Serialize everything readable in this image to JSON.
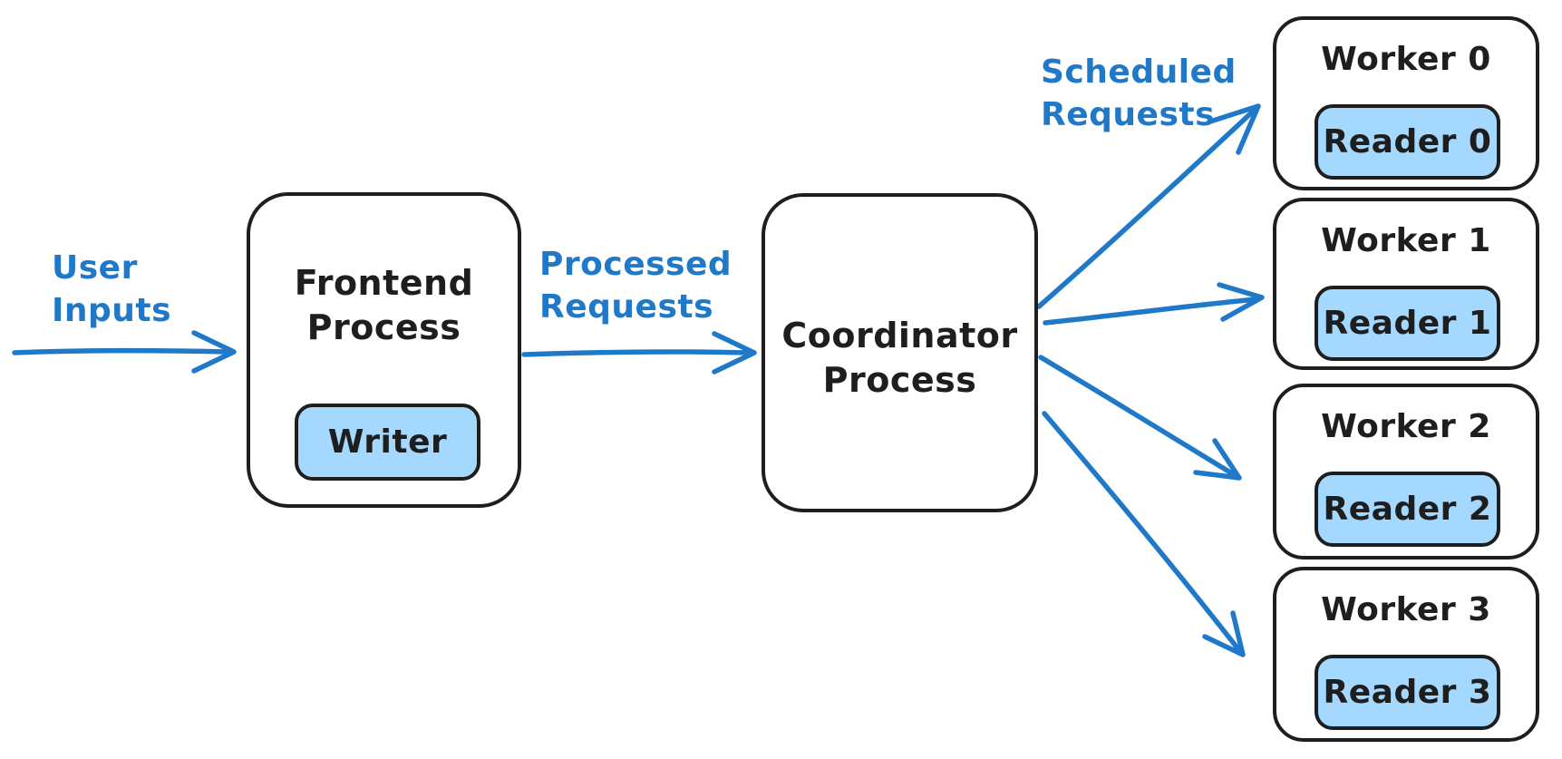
{
  "colors": {
    "accent_blue": "#1f78c8",
    "fill_light_blue": "#a5d8ff",
    "ink_black": "#1e1e1e",
    "background": "#ffffff"
  },
  "annotations": {
    "user_inputs": {
      "line1": "User",
      "line2": "Inputs"
    },
    "processed_requests": {
      "line1": "Processed",
      "line2": "Requests"
    },
    "scheduled_requests": {
      "line1": "Scheduled",
      "line2": "Requests"
    }
  },
  "nodes": {
    "frontend": {
      "title_line1": "Frontend",
      "title_line2": "Process",
      "child_label": "Writer"
    },
    "coordinator": {
      "title_line1": "Coordinator",
      "title_line2": "Process"
    },
    "workers": [
      {
        "label": "Worker 0",
        "reader_label": "Reader 0"
      },
      {
        "label": "Worker 1",
        "reader_label": "Reader 1"
      },
      {
        "label": "Worker 2",
        "reader_label": "Reader 2"
      },
      {
        "label": "Worker 3",
        "reader_label": "Reader 3"
      }
    ]
  },
  "edges": [
    {
      "from": "external",
      "to": "frontend",
      "label": "User Inputs"
    },
    {
      "from": "frontend",
      "to": "coordinator",
      "label": "Processed Requests"
    },
    {
      "from": "coordinator",
      "to": "worker-0",
      "label": "Scheduled Requests"
    },
    {
      "from": "coordinator",
      "to": "worker-1",
      "label": "Scheduled Requests"
    },
    {
      "from": "coordinator",
      "to": "worker-2",
      "label": "Scheduled Requests"
    },
    {
      "from": "coordinator",
      "to": "worker-3",
      "label": "Scheduled Requests"
    }
  ]
}
